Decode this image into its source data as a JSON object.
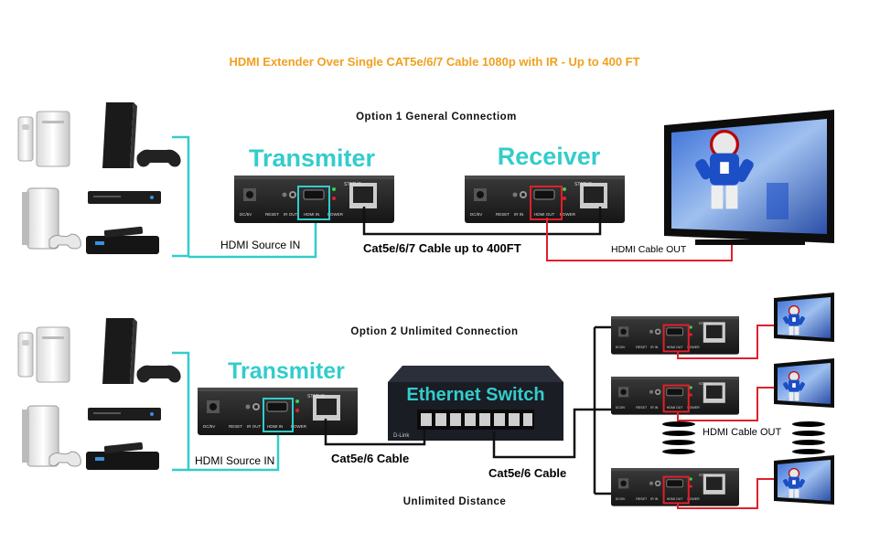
{
  "title": "HDMI Extender Over Single CAT5e/6/7 Cable 1080p with IR - Up to 400 FT",
  "option1": {
    "heading": "Option 1 General Connectiom",
    "transmitter_label": "Transmiter",
    "receiver_label": "Receiver",
    "source_label": "HDMI Source IN",
    "cable_label": "Cat5e/6/7 Cable up to 400FT",
    "output_label": "HDMI Cable OUT"
  },
  "option2": {
    "heading": "Option 2 Unlimited Connection",
    "transmitter_label": "Transmiter",
    "switch_label": "Ethernet Switch",
    "source_label": "HDMI Source IN",
    "cable_label_1": "Cat5e/6 Cable",
    "cable_label_2": "Cat5e/6 Cable",
    "output_label": "HDMI Cable OUT",
    "footer": "Unlimited Distance"
  },
  "device_panel": {
    "status": "STATUS",
    "dc": "DC/5V",
    "reset": "RESET",
    "ir_out": "IR OUT",
    "ir_in": "IR IN",
    "hdmi_in": "HDMI IN",
    "hdmi_out": "HDMI OUT",
    "power": "POWER"
  },
  "switch_brand": "D-Link",
  "colors": {
    "title": "#f0a020",
    "accent_cyan": "#33cccc",
    "hdmi_red": "#e0202a",
    "cable_black": "#111111",
    "device_body": "#2a2a2a"
  }
}
